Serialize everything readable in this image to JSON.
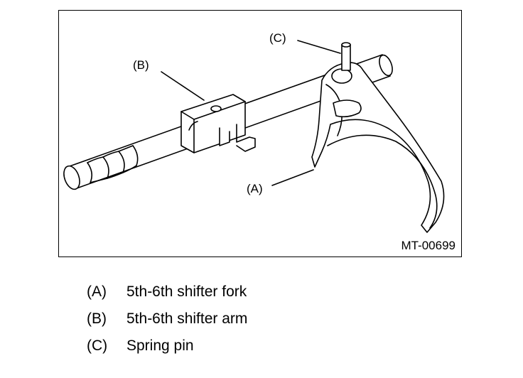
{
  "figure": {
    "id": "MT-00699",
    "callouts": {
      "a": "(A)",
      "b": "(B)",
      "c": "(C)"
    }
  },
  "legend": [
    {
      "key": "(A)",
      "text": "5th-6th shifter fork"
    },
    {
      "key": "(B)",
      "text": "5th-6th shifter arm"
    },
    {
      "key": "(C)",
      "text": "Spring pin"
    }
  ]
}
